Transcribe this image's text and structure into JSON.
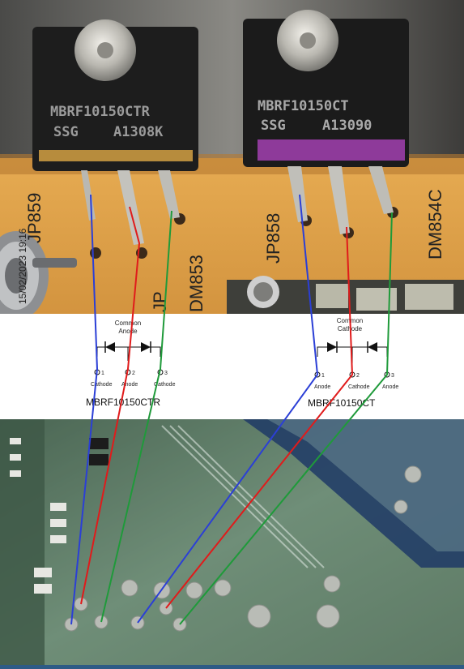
{
  "photo_top": {
    "timestamp": "15/02/2023 19:16",
    "left_chip": {
      "line1": "MBRF10150CTR",
      "line2_a": "SSG",
      "line2_b": "A1308K"
    },
    "right_chip": {
      "line1": "MBRF10150CT",
      "line2_a": "SSG",
      "line2_b": "A13090"
    },
    "silkscreen": {
      "jp859": "JP859",
      "jp858": "JP858",
      "dm853": "DM853",
      "dm854c": "DM854C",
      "jp": "JP"
    }
  },
  "diagram_left": {
    "title_line1": "Common",
    "title_line2": "Anode",
    "pin1_label": "1",
    "pin1_role": "Cathode",
    "pin2_label": "2",
    "pin2_role": "Anode",
    "pin3_label": "3",
    "pin3_role": "Cathode",
    "part_name": "MBRF10150CTR"
  },
  "diagram_right": {
    "title_line1": "Common",
    "title_line2": "Cathode",
    "pin1_label": "1",
    "pin1_role": "Anode",
    "pin2_label": "2",
    "pin2_role": "Cathode",
    "pin3_label": "3",
    "pin3_role": "Anode",
    "part_name": "MBRF10150CT"
  },
  "colors": {
    "pin1_wire": "#2b3fd6",
    "pin2_wire": "#e01b1b",
    "pin3_wire": "#1f9a3a",
    "pcb_top": "#e2a44a",
    "pcb_bottom": "#5f7c64"
  }
}
